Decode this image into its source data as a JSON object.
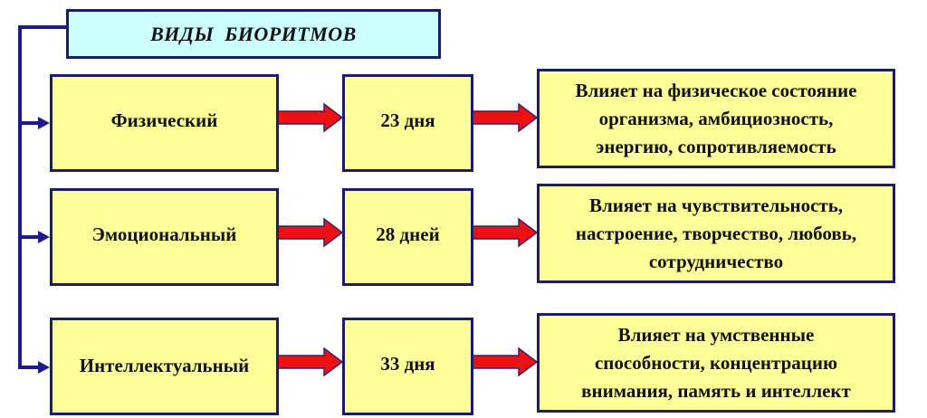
{
  "title": "ВИДЫ  БИОРИТМОВ",
  "rows": [
    {
      "name": "Физический",
      "period": "23 дня",
      "effect": "Влияет на физическое состояние организма, амбициозность, энергию, сопротивляемость",
      "effect_lines": [
        "Влияет на физическое состояние",
        "организма, амбициозность,",
        "энергию, сопротивляемость"
      ]
    },
    {
      "name": "Эмоциональный",
      "period": "28 дней",
      "effect": "Влияет на чувствительность, настроение, творчество, любовь, сотрудничество",
      "effect_lines": [
        "Влияет на чувствительность,",
        "настроение, творчество, любовь,",
        "сотрудничество"
      ]
    },
    {
      "name": "Интеллектуальный",
      "period": "33 дня",
      "effect": "Влияет на умственные способности, концентрацию внимания, память и интеллект",
      "effect_lines": [
        "Влияет на умственные",
        "способности, концентрацию",
        "внимания, память и интеллект"
      ]
    }
  ],
  "colors": {
    "box_fill": "#ffff99",
    "title_fill": "#ccffff",
    "border": "#1c1c6c",
    "arrow": "#ee1111",
    "connector": "#1c1c8c"
  }
}
